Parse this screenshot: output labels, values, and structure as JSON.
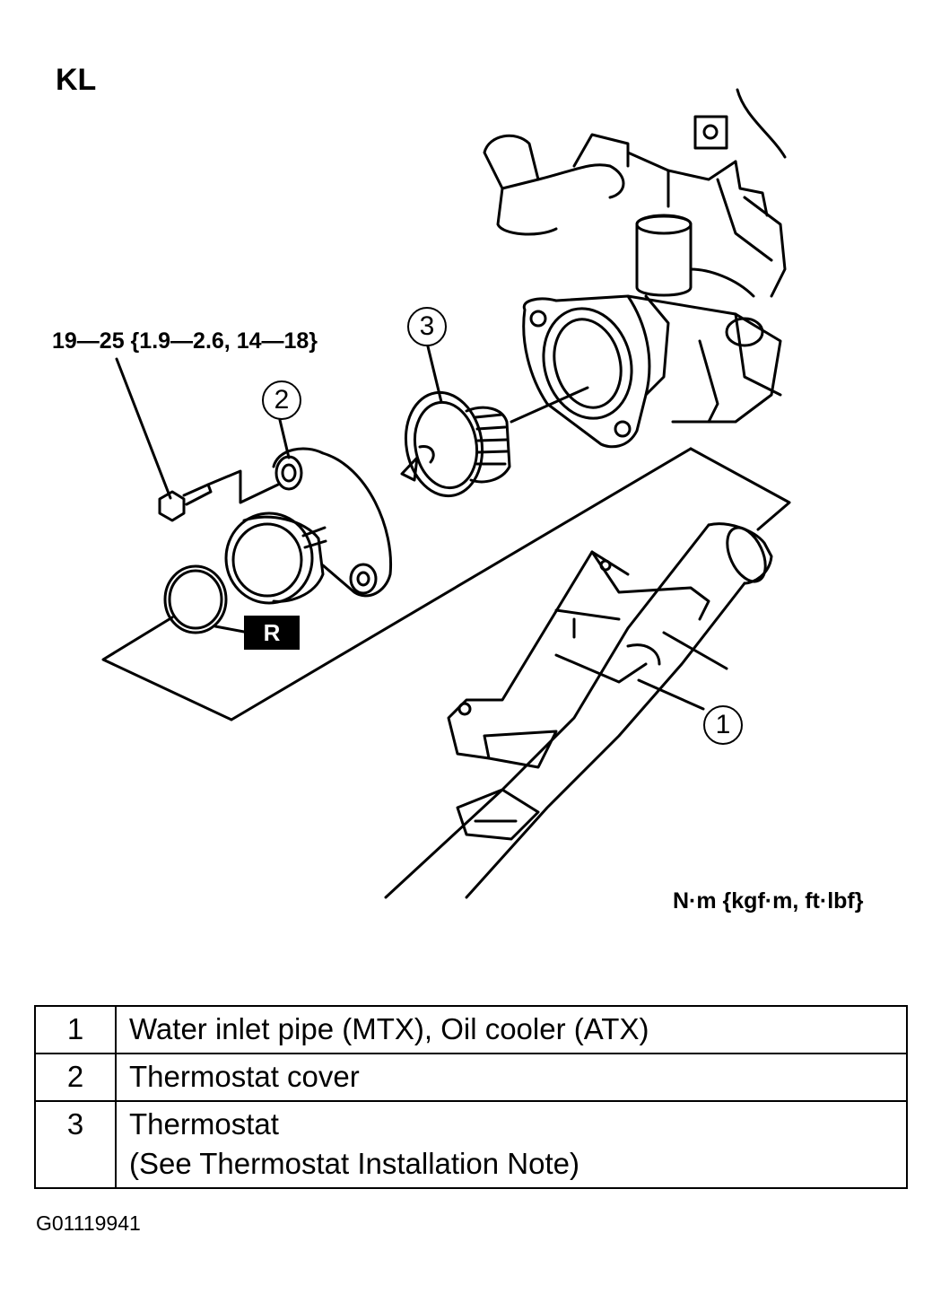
{
  "engine_code": "KL",
  "torque_spec": "19—25 {1.9—2.6, 14—18}",
  "torque_units": "N·m {kgf·m, ft·lbf}",
  "replace_badge": "R",
  "callouts": {
    "c1": "1",
    "c2": "2",
    "c3": "3"
  },
  "legend": {
    "rows": [
      {
        "number": "1",
        "description": "Water inlet pipe (MTX), Oil cooler (ATX)"
      },
      {
        "number": "2",
        "description": "Thermostat cover"
      },
      {
        "number": "3",
        "description": "Thermostat",
        "note": "(See Thermostat Installation Note)"
      }
    ]
  },
  "figure_id": "G01119941"
}
